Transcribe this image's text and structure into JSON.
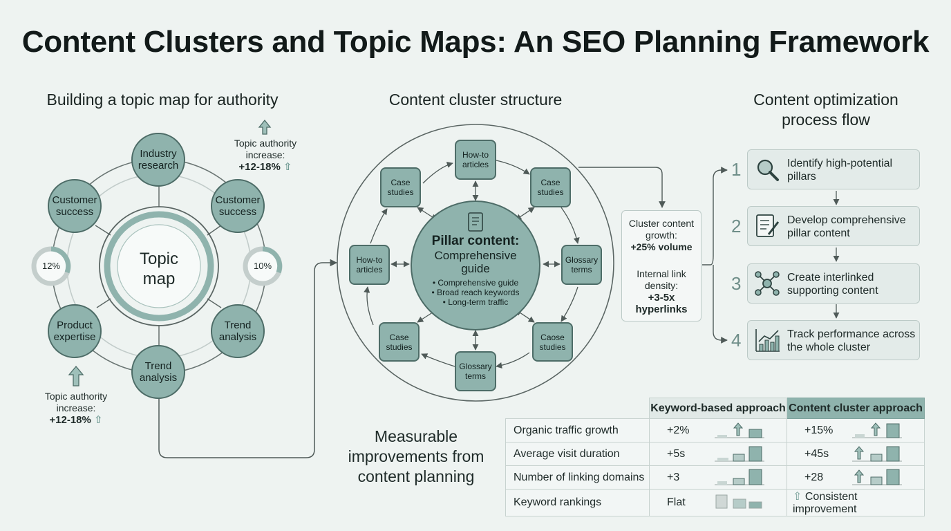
{
  "title": "Content Clusters and Topic Maps: An SEO Planning Framework",
  "topic_map": {
    "heading": "Building a topic map for authority",
    "center": "Topic map",
    "nodes": [
      "Industry research",
      "Customer success",
      "Customer success",
      "Product expertise",
      "Trend analysis",
      "Trend analysis"
    ],
    "left_percent": "12%",
    "right_percent": "10%",
    "authority_note_label": "Topic authority increase:",
    "authority_note_value": "+12-18%"
  },
  "cluster": {
    "heading": "Content cluster structure",
    "pillar_title": "Pillar content:",
    "pillar_subtitle": "Comprehensive guide",
    "pillar_bullets": [
      "• Comprehensive guide",
      "• Broad reach keywords",
      "• Long-term traffic"
    ],
    "satellites": [
      "How-to articles",
      "Case studies",
      "Glossary terms",
      "Caose studies",
      "Glossary terms",
      "Case studies",
      "How-to articles",
      "Case studies"
    ],
    "metric1_label": "Cluster content growth:",
    "metric1_value": "+25% volume",
    "metric2_label": "Internal link density:",
    "metric2_value": "+3-5x hyperlinks"
  },
  "process": {
    "heading": "Content optimization process flow",
    "steps": [
      {
        "num": "1",
        "text": "Identify high-potential pillars",
        "icon": "magnifier-icon"
      },
      {
        "num": "2",
        "text": "Develop comprehensive pillar content",
        "icon": "document-pen-icon"
      },
      {
        "num": "3",
        "text": "Create interlinked supporting content",
        "icon": "network-icon"
      },
      {
        "num": "4",
        "text": "Track performance across the whole cluster",
        "icon": "bar-chart-icon"
      }
    ]
  },
  "improvements": {
    "heading": "Measurable improvements from content planning",
    "col1": "Keyword-based approach",
    "col2": "Content cluster approach",
    "rows": [
      {
        "label": "Organic traffic growth",
        "v1": "+2%",
        "v2": "+15%"
      },
      {
        "label": "Average visit duration",
        "v1": "+5s",
        "v2": "+45s"
      },
      {
        "label": "Number of linking domains",
        "v1": "+3",
        "v2": "+28"
      },
      {
        "label": "Keyword rankings",
        "v1": "Flat",
        "v2": "Consistent improvement"
      }
    ]
  },
  "colors": {
    "teal": "#8fb3ad",
    "teal_dark": "#4d6c67",
    "line": "#5b6664",
    "background": "#eef3f1"
  }
}
